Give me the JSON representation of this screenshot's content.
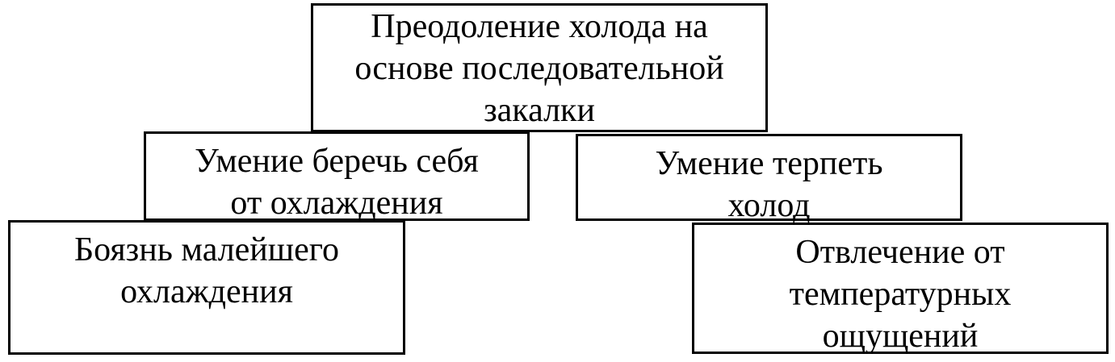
{
  "diagram": {
    "top": {
      "lines": [
        "Преодоление холода на",
        "основе последовательной",
        "закалки"
      ]
    },
    "mid_left": {
      "lines": [
        "Умение беречь себя",
        "от охлаждения"
      ]
    },
    "mid_right": {
      "lines": [
        "Умение терпеть",
        "холод"
      ]
    },
    "bottom_left": {
      "lines": [
        "Боязнь малейшего",
        "охлаждения"
      ]
    },
    "bottom_right": {
      "lines": [
        "Отвлечение от",
        "температурных",
        "ощущений"
      ]
    }
  }
}
